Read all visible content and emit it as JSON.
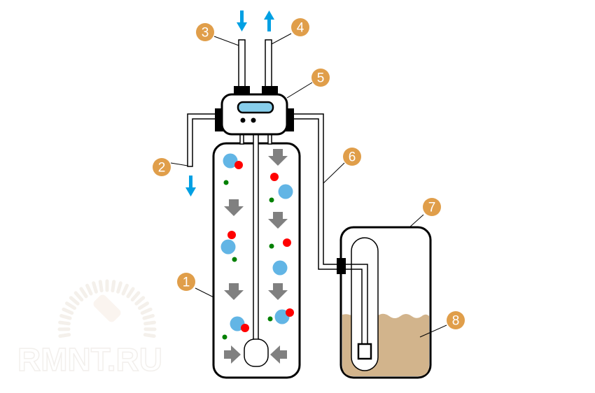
{
  "watermark": {
    "text": "RMNT.RU"
  },
  "labels": [
    {
      "id": "1",
      "part": "filter-tank"
    },
    {
      "id": "2",
      "part": "drain-pipe"
    },
    {
      "id": "3",
      "part": "inlet-pipe"
    },
    {
      "id": "4",
      "part": "outlet-pipe"
    },
    {
      "id": "5",
      "part": "control-valve"
    },
    {
      "id": "6",
      "part": "brine-line"
    },
    {
      "id": "7",
      "part": "brine-tank"
    },
    {
      "id": "8",
      "part": "salt"
    }
  ],
  "colors": {
    "label": "#e09e4a",
    "flow_arrow": "#00a0e3",
    "display": "#87ceeb",
    "grey_arrow": "#808080",
    "resin": "#62b5e5",
    "red_particle": "#ff0000",
    "green_particle": "#008000",
    "salt": "#d2b48c"
  }
}
